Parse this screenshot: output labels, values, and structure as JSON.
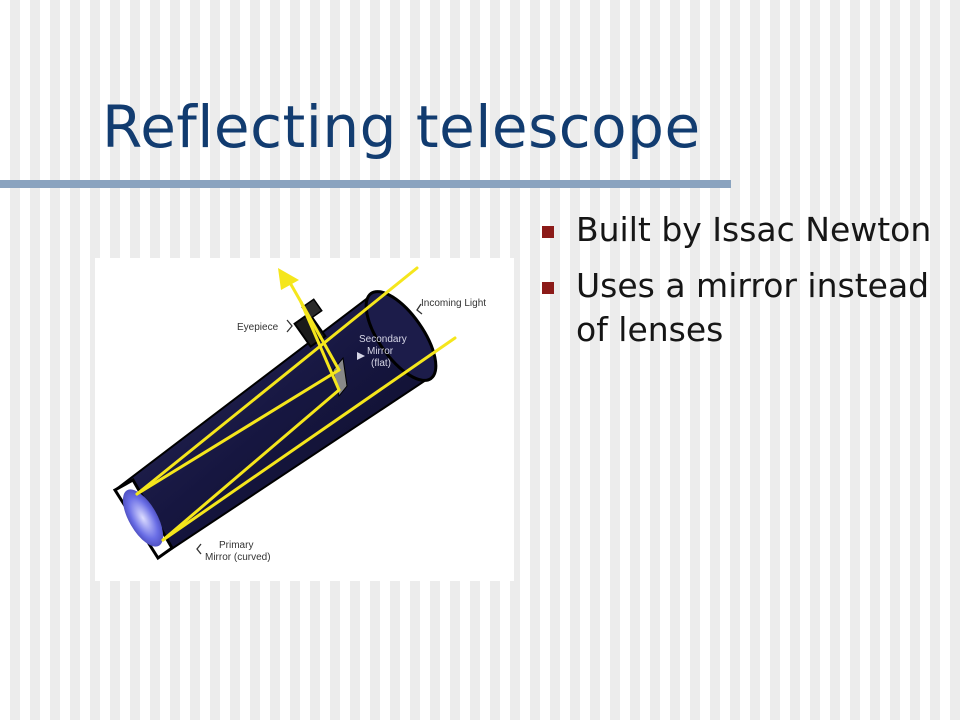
{
  "slide": {
    "title": "Reflecting telescope",
    "bullets": [
      {
        "text": "Built by Issac Newton"
      },
      {
        "text": "Uses a mirror instead of lenses"
      }
    ]
  },
  "figure": {
    "labels": {
      "incoming_light": "Incoming Light",
      "eyepiece": "Eyepiece",
      "secondary_line1": "Secondary",
      "secondary_line2": "Mirror",
      "secondary_line3": "(flat)",
      "primary_line1": "Primary",
      "primary_line2": "Mirror (curved)"
    }
  },
  "colors": {
    "title": "#123c70",
    "accent_rule": "#8aa3bf",
    "bullet_marker": "#8b1a18",
    "light_ray": "#f5e61c",
    "tube": "#161640",
    "mirror": "#6a6ee6"
  }
}
